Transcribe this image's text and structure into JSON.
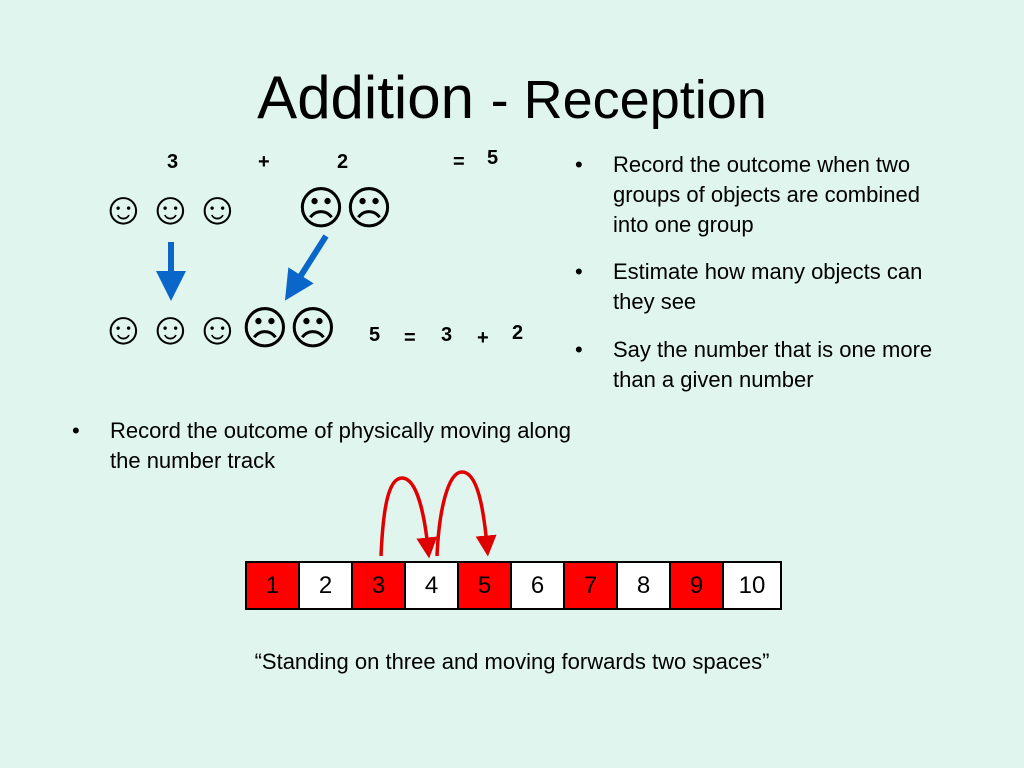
{
  "title": {
    "main": "Addition",
    "sub": "- Reception"
  },
  "top_equation": {
    "a": "3",
    "plus": "+",
    "b": "2",
    "equals": "=",
    "result": "5"
  },
  "faces": {
    "top_group_a": [
      "happy-face",
      "happy-face",
      "happy-face"
    ],
    "top_group_b": [
      "sad-face",
      "sad-face"
    ],
    "bottom_group": [
      "happy-face",
      "happy-face",
      "happy-face",
      "sad-face",
      "sad-face"
    ],
    "happy_glyph": "☺",
    "sad_glyph": "☹"
  },
  "bottom_equation": {
    "result": "5",
    "equals": "=",
    "a": "3",
    "plus": "+",
    "b": "2"
  },
  "right_bullets": [
    {
      "dot": "•",
      "text": "Record the outcome when two groups of objects are combined into one group"
    },
    {
      "dot": "•",
      "text": "Estimate how many objects can they see"
    },
    {
      "dot": "•",
      "text": "Say the number that is one more than a given number"
    }
  ],
  "left_bullet": {
    "dot": "•",
    "text": "Record the outcome of physically moving along the number track"
  },
  "number_track": {
    "cells": [
      {
        "label": "1",
        "color": "red"
      },
      {
        "label": "2",
        "color": "white"
      },
      {
        "label": "3",
        "color": "red"
      },
      {
        "label": "4",
        "color": "white"
      },
      {
        "label": "5",
        "color": "red"
      },
      {
        "label": "6",
        "color": "white"
      },
      {
        "label": "7",
        "color": "red"
      },
      {
        "label": "8",
        "color": "white"
      },
      {
        "label": "9",
        "color": "red"
      },
      {
        "label": "10",
        "color": "white"
      }
    ]
  },
  "quote": "“Standing on three and moving forwards two spaces”",
  "colors": {
    "background": "#dff5ee",
    "arrow_blue": "#0a66c8",
    "arrow_red": "#e00000",
    "cell_red": "#ff0000"
  }
}
